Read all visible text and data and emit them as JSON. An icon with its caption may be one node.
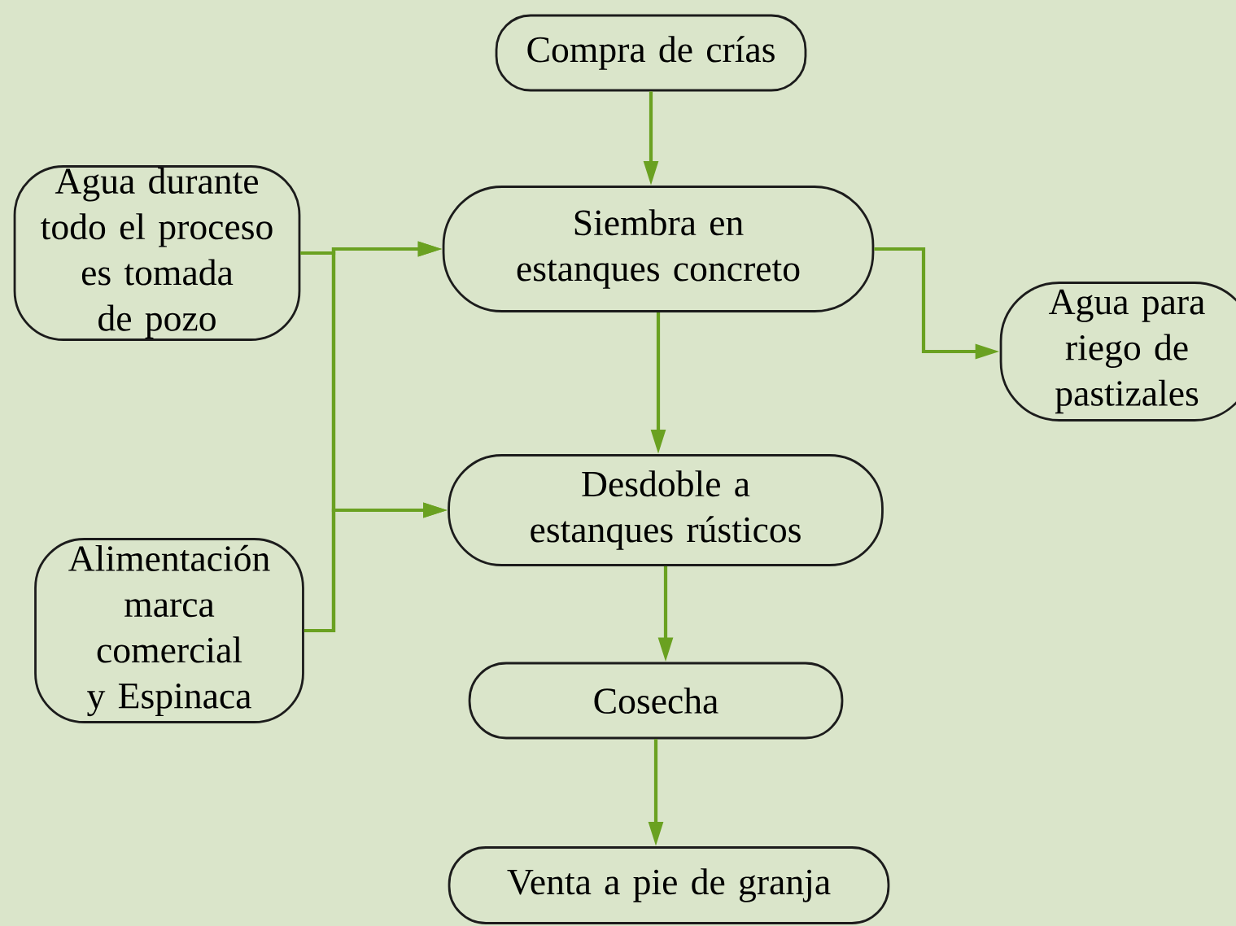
{
  "diagram": {
    "nodes": [
      {
        "text": [
          "Compra de crías"
        ]
      },
      {
        "text": [
          "Agua durante todo el proceso es tomada de pozo"
        ]
      },
      {
        "text": [
          "Siembra en estanques concreto"
        ]
      },
      {
        "text": [
          "Agua para riego de pastizales"
        ]
      },
      {
        "text": [
          "Desdoble a estanques rústicos"
        ]
      },
      {
        "text": [
          "Alimentación marca comercial y Espinaca"
        ]
      },
      {
        "text": [
          "Cosecha"
        ]
      },
      {
        "text": [
          "Venta a pie de granja"
        ]
      }
    ],
    "edges": [
      {
        "from": 0,
        "to": 2,
        "arrow": "to"
      },
      {
        "from": 1,
        "to": 2,
        "arrow": "to"
      },
      {
        "from": 1,
        "to": 4,
        "arrow": "to"
      },
      {
        "from": 5,
        "to": 2,
        "arrow": "to"
      },
      {
        "from": 5,
        "to": 4,
        "arrow": "to"
      },
      {
        "from": 2,
        "to": 3,
        "arrow": "to"
      },
      {
        "from": 2,
        "to": 4,
        "arrow": "to"
      },
      {
        "from": 4,
        "to": 6,
        "arrow": "to"
      },
      {
        "from": 6,
        "to": 7,
        "arrow": "to"
      }
    ]
  }
}
